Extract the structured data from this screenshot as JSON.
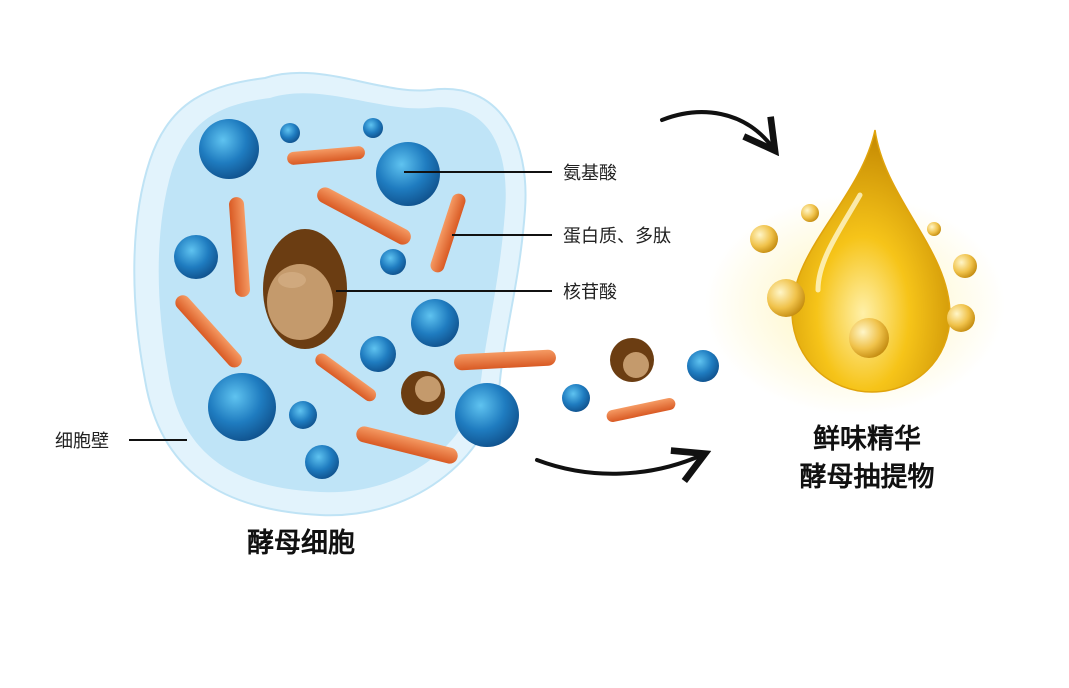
{
  "labels": {
    "amino_acid": "氨基酸",
    "protein_peptide": "蛋白质、多肽",
    "nucleotide": "核苷酸",
    "cell_wall": "细胞壁",
    "yeast_cell": "酵母细胞",
    "product_line1": "鲜味精华",
    "product_line2": "酵母抽提物"
  },
  "colors": {
    "cell_fill": "#bfe4f7",
    "cell_wall": "#e2f3fc",
    "sphere_blue": "#1e6fb0",
    "rod_orange": "#e8703a",
    "nucleus_brown": "#6b3d12",
    "nucleus_inner": "#c49a6c",
    "drop_gold": "#f2b818"
  }
}
